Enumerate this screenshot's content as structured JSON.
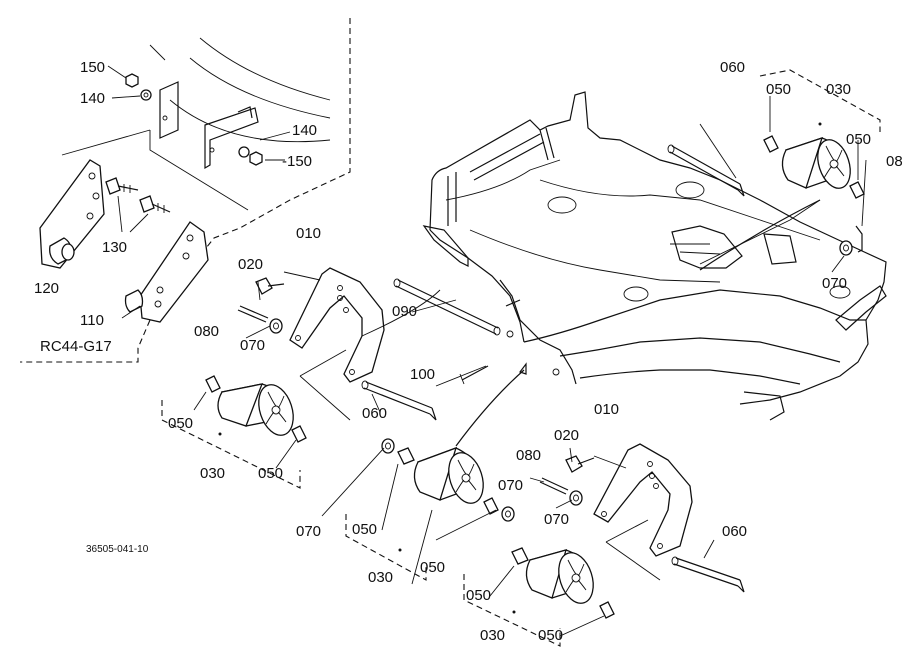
{
  "diagram": {
    "doc_code": "36505-041-10",
    "variant_label": "RC44-G17",
    "part_labels": {
      "p010_a": "010",
      "p010_b": "010",
      "p020_a": "020",
      "p020_b": "020",
      "p030_a": "030",
      "p030_b": "030",
      "p030_c": "030",
      "p030_d": "030",
      "p050_a": "050",
      "p050_b": "050",
      "p050_c": "050",
      "p050_d": "050",
      "p050_e": "050",
      "p050_f": "050",
      "p050_g": "050",
      "p050_h": "050",
      "p060_a": "060",
      "p060_b": "060",
      "p060_c": "060",
      "p070_a": "070",
      "p070_b": "070",
      "p070_c": "070",
      "p070_d": "070",
      "p070_e": "070",
      "p080_a": "080",
      "p080_b": "080",
      "p08_cut": "08",
      "p090": "090",
      "p100": "100",
      "p110": "110",
      "p120": "120",
      "p130": "130",
      "p140_a": "140",
      "p140_b": "140",
      "p150_a": "150",
      "p150_b": "-150"
    }
  }
}
